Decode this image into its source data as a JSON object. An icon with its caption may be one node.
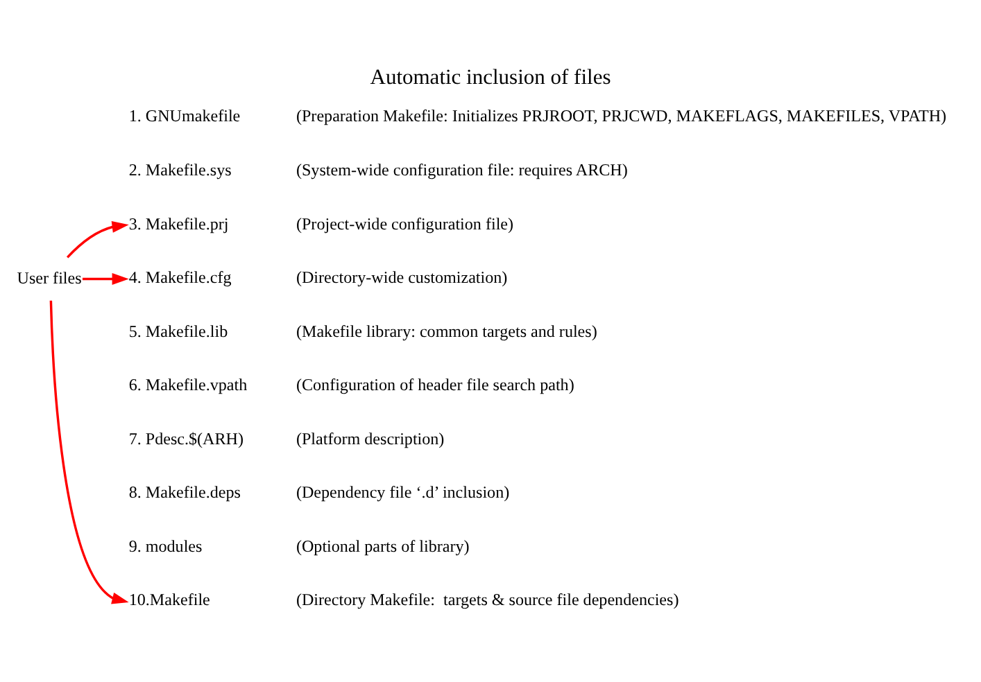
{
  "diagram": {
    "title": "Automatic inclusion of files",
    "nodes": [
      {
        "text": [
          "User files"
        ]
      },
      {
        "text": [
          "3. Makefile.prj"
        ],
        "beside": [
          "(Project-wide configuration file)"
        ]
      },
      {
        "text": [
          "4. Makefile.cfg"
        ],
        "beside": [
          "(Directory-wide customization)"
        ]
      },
      {
        "text": [
          "10.Makefile"
        ],
        "beside": [
          "(Directory Makefile:  targets & source file dependencies)"
        ]
      }
    ],
    "edges": [
      {
        "from": 0,
        "to": 1,
        "arrow": "to"
      },
      {
        "from": 0,
        "to": 2,
        "arrow": "to"
      },
      {
        "from": 0,
        "to": 3,
        "arrow": "to"
      }
    ],
    "labels": [
      "1. GNUmakefile",
      "(Preparation Makefile: Initializes PRJROOT, PRJCWD, MAKEFLAGS, MAKEFILES, VPATH)",
      "2. Makefile.sys",
      "(System-wide configuration file: requires ARCH)",
      "5. Makefile.lib",
      "(Makefile library: common targets and rules)",
      "6. Makefile.vpath",
      "(Configuration of header file search path)",
      "7. Pdesc.$(ARH)",
      "(Platform description)",
      "8. Makefile.deps",
      "(Dependency file ‘.d’ inclusion)",
      "9. modules",
      "(Optional parts of library)"
    ]
  }
}
